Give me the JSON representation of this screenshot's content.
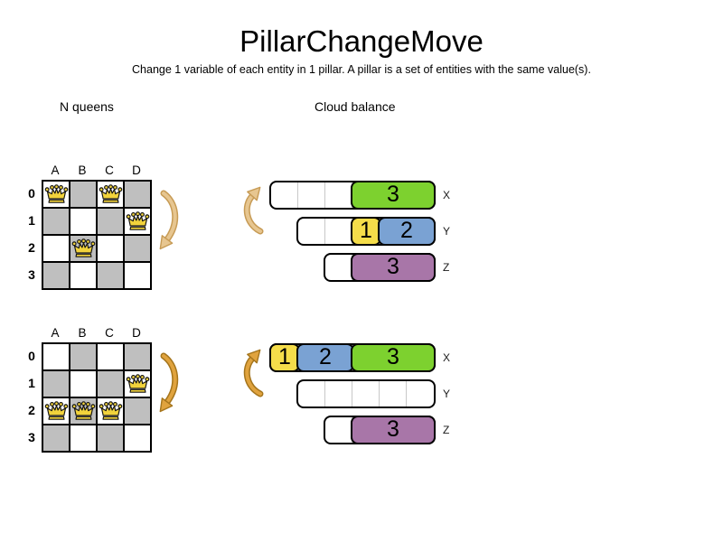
{
  "title": "PillarChangeMove",
  "subtitle": "Change 1 variable of each entity in 1 pillar. A pillar is a set of entities with the same value(s).",
  "sections": {
    "nqueens": {
      "label": "N queens"
    },
    "cloud": {
      "label": "Cloud balance"
    }
  },
  "colors": {
    "green": "#7dd12f",
    "yellow": "#f5dd4a",
    "blue": "#7aa2d3",
    "purple": "#a876a8",
    "board_gray": "#bfbfbf",
    "queen_gold": "#f2d33c",
    "bar_line": "#c8c8c8",
    "arrow_light_fill": "#e7c690",
    "arrow_light_stroke": "#c79b55",
    "arrow_dark_fill": "#e0a33e",
    "arrow_dark_stroke": "#a5751c"
  },
  "nqueens": {
    "boards": [
      {
        "state": "before",
        "columns": [
          "A",
          "B",
          "C",
          "D"
        ],
        "rows": [
          "0",
          "1",
          "2",
          "3"
        ],
        "queens": [
          [
            0,
            0
          ],
          [
            2,
            0
          ],
          [
            3,
            1
          ],
          [
            1,
            2
          ]
        ]
      },
      {
        "state": "after",
        "columns": [
          "A",
          "B",
          "C",
          "D"
        ],
        "rows": [
          "0",
          "1",
          "2",
          "3"
        ],
        "queens": [
          [
            3,
            1
          ],
          [
            0,
            2
          ],
          [
            1,
            2
          ],
          [
            2,
            2
          ]
        ]
      }
    ]
  },
  "cloud": {
    "states": [
      {
        "state": "before",
        "bars": [
          {
            "label": "X",
            "capacity": 6,
            "blocks": [
              {
                "value": "3",
                "color": "green",
                "start": 3,
                "size": 3
              }
            ]
          },
          {
            "label": "Y",
            "capacity": 5,
            "blocks": [
              {
                "value": "1",
                "color": "yellow",
                "start": 2,
                "size": 1
              },
              {
                "value": "2",
                "color": "blue",
                "start": 3,
                "size": 2
              }
            ]
          },
          {
            "label": "Z",
            "capacity": 4,
            "blocks": [
              {
                "value": "3",
                "color": "purple",
                "start": 1,
                "size": 3
              }
            ]
          }
        ]
      },
      {
        "state": "after",
        "bars": [
          {
            "label": "X",
            "capacity": 6,
            "blocks": [
              {
                "value": "1",
                "color": "yellow",
                "start": 0,
                "size": 1
              },
              {
                "value": "2",
                "color": "blue",
                "start": 1,
                "size": 2
              },
              {
                "value": "3",
                "color": "green",
                "start": 3,
                "size": 3
              }
            ]
          },
          {
            "label": "Y",
            "capacity": 5,
            "blocks": []
          },
          {
            "label": "Z",
            "capacity": 4,
            "blocks": [
              {
                "value": "3",
                "color": "purple",
                "start": 1,
                "size": 3
              }
            ]
          }
        ]
      }
    ]
  }
}
